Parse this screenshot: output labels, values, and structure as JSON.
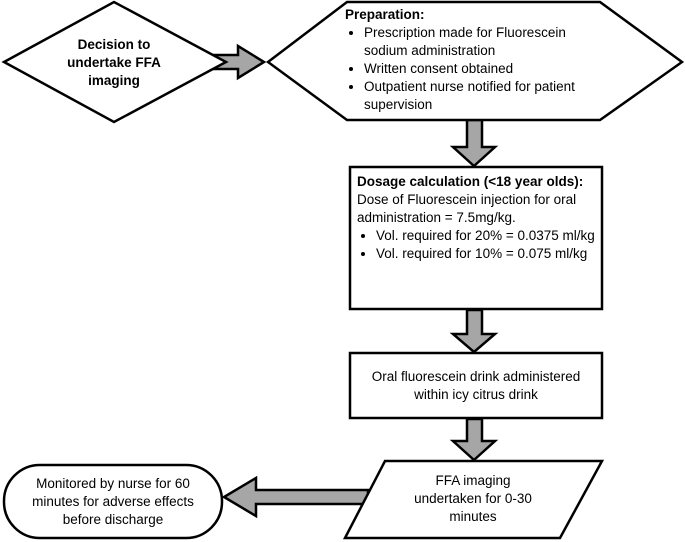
{
  "decision": {
    "text": "Decision to undertake FFA imaging"
  },
  "preparation": {
    "heading": "Preparation:",
    "items": [
      "Prescription made for Fluorescein sodium administration",
      "Written consent obtained",
      "Outpatient nurse notified for patient supervision"
    ]
  },
  "dosage": {
    "heading": "Dosage calculation (<18 year olds):",
    "intro": "Dose of Fluorescein injection for oral administration = 7.5mg/kg.",
    "items": [
      "Vol. required for 20% = 0.0375 ml/kg",
      "Vol. required for 10% = 0.075 ml/kg"
    ]
  },
  "oral": {
    "text": "Oral fluorescein drink administered within icy citrus drink"
  },
  "imaging": {
    "text": "FFA imaging undertaken for 0-30 minutes"
  },
  "monitoring": {
    "text": "Monitored by nurse for 60 minutes for adverse effects before discharge"
  },
  "colors": {
    "arrow_fill": "#a6a6a6",
    "stroke": "#000000",
    "box_fill": "#ffffff"
  }
}
